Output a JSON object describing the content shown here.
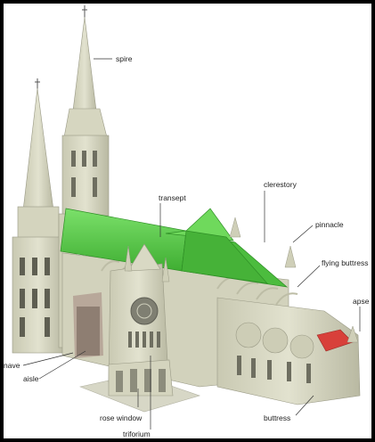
{
  "diagram": {
    "labels": {
      "spire": "spire",
      "transept": "transept",
      "clerestory": "clerestory",
      "pinnacle": "pinnacle",
      "flying_buttress": "flying buttress",
      "apse": "apse",
      "nave": "nave",
      "aisle": "aisle",
      "rose_window": "rose window",
      "triforium": "triforium",
      "buttress": "buttress"
    },
    "colors": {
      "roof_green": "#5ec84a",
      "stone": "#d9d9c4",
      "apse_roof_red": "#d8403a",
      "leader_line": "#333333"
    }
  }
}
